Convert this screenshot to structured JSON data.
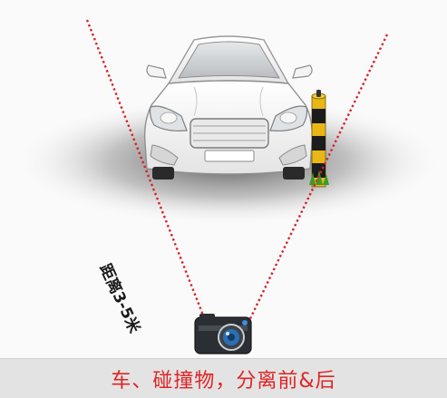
{
  "distance_label": "距离3-5米",
  "caption": "车、碰撞物，分离前&后",
  "colors": {
    "view_line": "#d8222a",
    "caption_text": "#e12424",
    "caption_bg": "#e3e3e3",
    "pole_yellow": "#e9b715",
    "pole_black": "#1c1c1c"
  },
  "icons": [
    "car-illustration",
    "bollard",
    "camera-icon"
  ]
}
